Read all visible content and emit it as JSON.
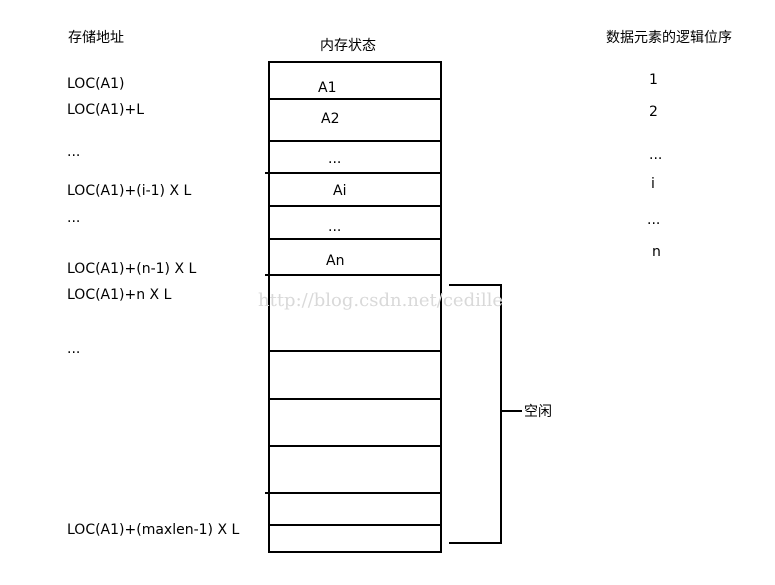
{
  "headers": {
    "address": "存储地址",
    "memory": "内存状态",
    "order": "数据元素的逻辑位序"
  },
  "addresses": [
    "LOC(A1)",
    "LOC(A1)+L",
    "...",
    "LOC(A1)+(i-1) X  L",
    "...",
    "LOC(A1)+(n-1) X L",
    "LOC(A1)+n X L",
    "...",
    "LOC(A1)+(maxlen-1) X L"
  ],
  "cells": [
    "A1",
    "A2",
    "...",
    "Ai",
    "...",
    "An"
  ],
  "orders": [
    "1",
    "2",
    "...",
    "i",
    "...",
    "n"
  ],
  "free_label": "空闲",
  "watermark": "http://blog.csdn.net/cedille"
}
